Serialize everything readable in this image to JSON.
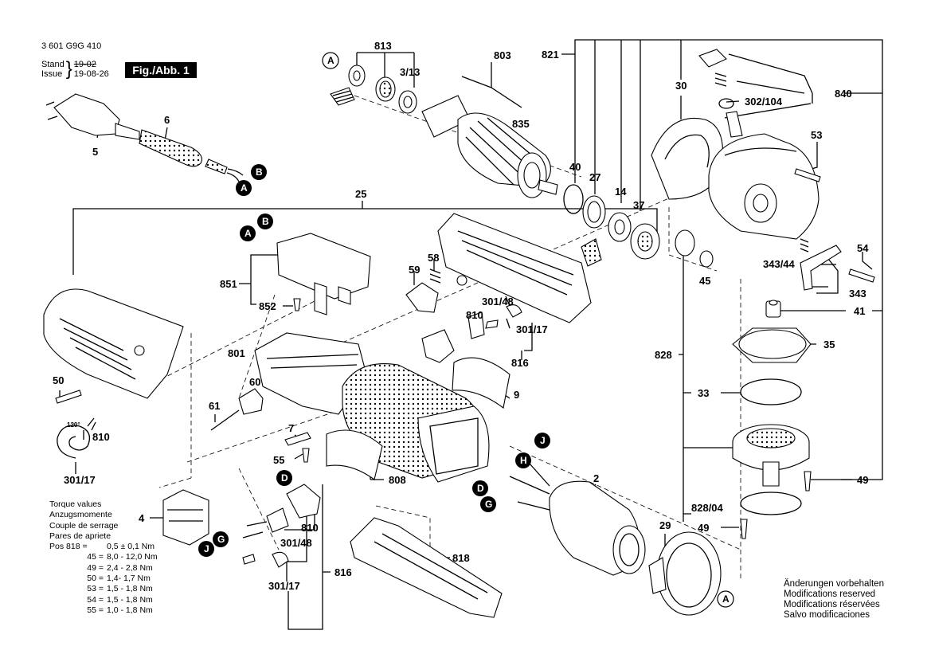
{
  "header": {
    "doc_number": "3 601 G9G 410",
    "stand_label": "Stand",
    "issue_label": "Issue",
    "stand_date_old": "19-02",
    "issue_date": "19-08-26",
    "figure_label": "Fig./Abb. 1"
  },
  "torque": {
    "lines": [
      "Torque values",
      "Anzugsmomente",
      "Couple de serrage",
      "Pares de apriete"
    ],
    "rows": [
      {
        "pos": "Pos 818 =",
        "value": "0,5 ± 0,1 Nm"
      },
      {
        "pos": "45 =",
        "value": "8,0 - 12,0 Nm"
      },
      {
        "pos": "49 =",
        "value": "2,4 - 2,8 Nm"
      },
      {
        "pos": "50 =",
        "value": "1,4- 1,7 Nm"
      },
      {
        "pos": "53 =",
        "value": "1,5 - 1,8 Nm"
      },
      {
        "pos": "54 =",
        "value": "1,5 - 1,8 Nm"
      },
      {
        "pos": "55 =",
        "value": "1,0 - 1,8 Nm"
      }
    ]
  },
  "modifications": [
    "Änderungen vorbehalten",
    "Modifications reserved",
    "Modifications réservées",
    "Salvo modificaciones"
  ],
  "part_numbers": {
    "p813": "813",
    "p803": "803",
    "p821": "821",
    "p313": "3/13",
    "p835": "835",
    "p30": "30",
    "p840": "840",
    "p302": "302/104",
    "p53": "53",
    "p6": "6",
    "p5": "5",
    "p40": "40",
    "p27": "27",
    "p14": "14",
    "p37": "37",
    "p25": "25",
    "p851": "851",
    "p852": "852",
    "p59": "59",
    "p58": "58",
    "p301_48a": "301/48",
    "p810a": "810",
    "p301_17a": "301/17",
    "p816a": "816",
    "p54": "54",
    "p343_44": "343/44",
    "p45": "45",
    "p343": "343",
    "p41": "41",
    "p828": "828",
    "p35": "35",
    "p33": "33",
    "p801": "801",
    "p50": "50",
    "p60": "60",
    "p61": "61",
    "p9": "9",
    "p7": "7",
    "p55": "55",
    "p808": "808",
    "p2": "2",
    "p49a": "49",
    "p828_04": "828/04",
    "p49b": "49",
    "p29": "29",
    "p810b": "810",
    "p301_17b": "301/17",
    "p4": "4",
    "p810c": "810",
    "p301_48b": "301/48",
    "p818": "818",
    "p301_17c": "301/17",
    "p816b": "816",
    "angle": "120°"
  },
  "markers": {
    "A": "A",
    "B": "B",
    "D": "D",
    "G": "G",
    "H": "H",
    "J": "J"
  }
}
